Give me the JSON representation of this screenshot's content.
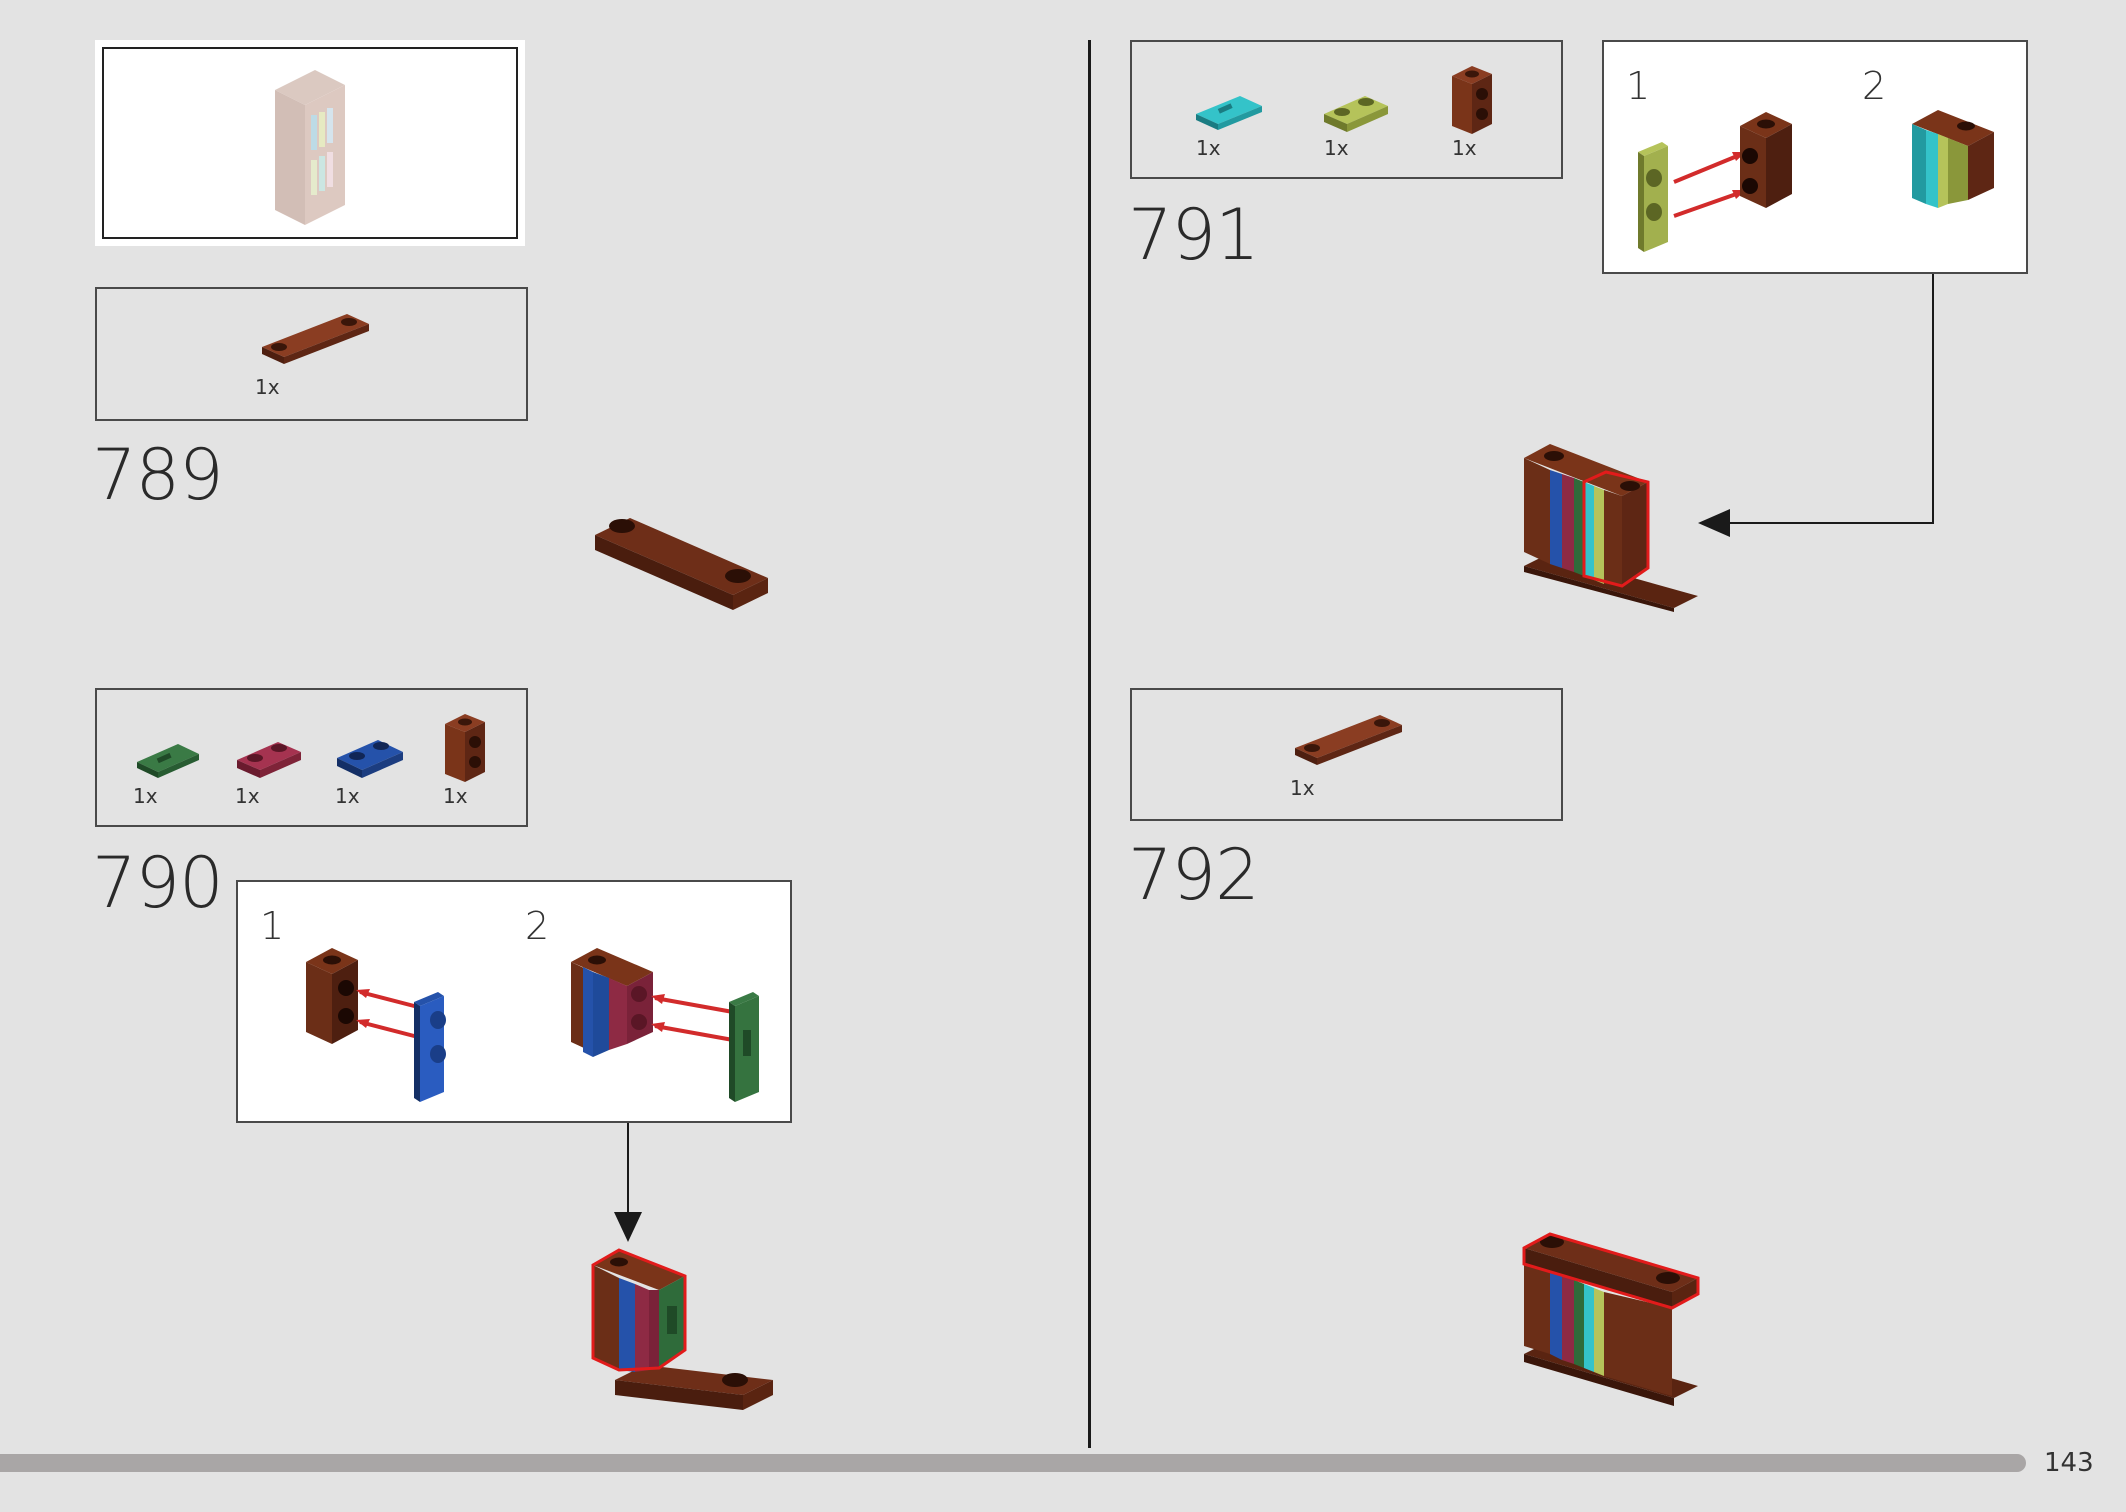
{
  "page": {
    "number": "143"
  },
  "steps": [
    {
      "number": "789",
      "parts": [
        {
          "qty": "1x",
          "part": "brown-plate-1x4"
        }
      ]
    },
    {
      "number": "790",
      "parts": [
        {
          "qty": "1x",
          "part": "green-tile-1x2"
        },
        {
          "qty": "1x",
          "part": "magenta-plate-1x2"
        },
        {
          "qty": "1x",
          "part": "blue-plate-1x2"
        },
        {
          "qty": "1x",
          "part": "brown-brick-1x1-studs"
        }
      ],
      "substeps": [
        "1",
        "2"
      ]
    },
    {
      "number": "791",
      "parts": [
        {
          "qty": "1x",
          "part": "teal-tile-1x2"
        },
        {
          "qty": "1x",
          "part": "lime-plate-1x2"
        },
        {
          "qty": "1x",
          "part": "brown-brick-1x1-studs"
        }
      ],
      "substeps": [
        "1",
        "2"
      ]
    },
    {
      "number": "792",
      "parts": [
        {
          "qty": "1x",
          "part": "brown-plate-1x4"
        }
      ]
    }
  ],
  "colors": {
    "brown": "#6b2f1a",
    "blue": "#1f4a9a",
    "green": "#2f6b3a",
    "magenta": "#8e2a44",
    "teal": "#2ab0b8",
    "lime": "#a7b54a",
    "arrow": "#d22b2b"
  }
}
